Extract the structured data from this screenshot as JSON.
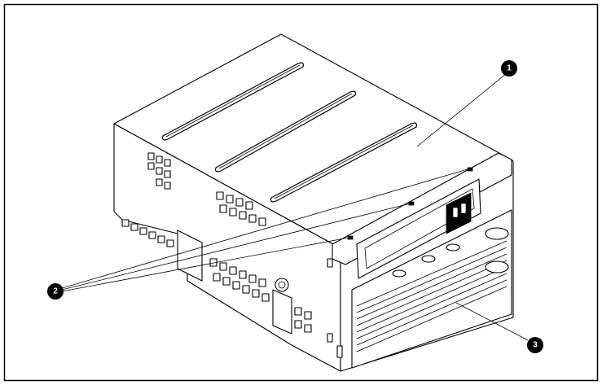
{
  "figure": {
    "frame_color": "#000000",
    "background": "#ffffff",
    "callouts": [
      {
        "number": "1"
      },
      {
        "number": "2"
      },
      {
        "number": "3"
      }
    ]
  }
}
